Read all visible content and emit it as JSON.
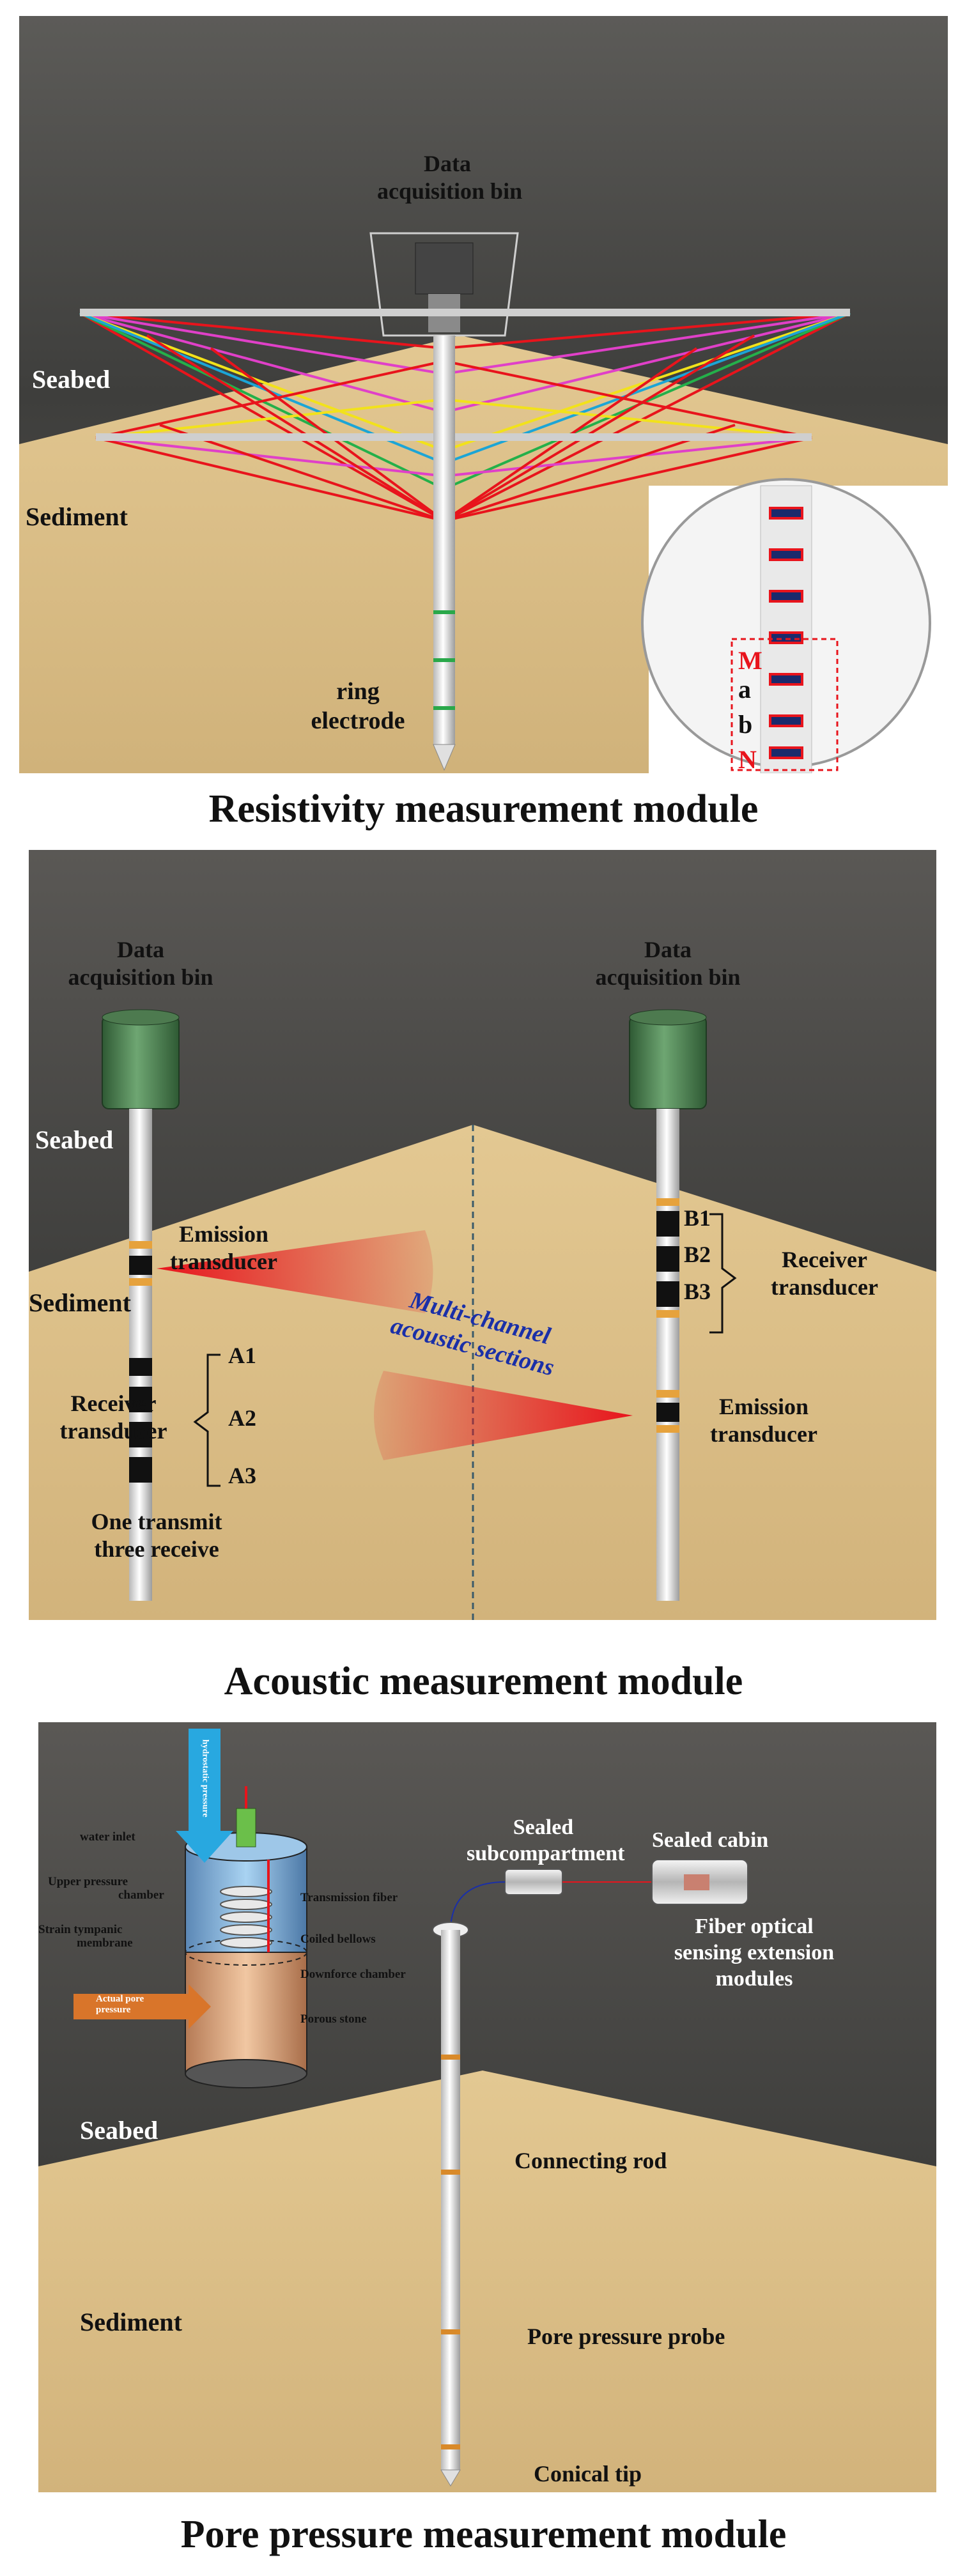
{
  "panel1": {
    "caption": "Resistivity measurement module",
    "bin_label_line1": "Data",
    "bin_label_line2": "acquisition bin",
    "seabed": "Seabed",
    "sediment": "Sediment",
    "electrode_line1": "ring",
    "electrode_line2": "electrode",
    "inset_letters": [
      "M",
      "a",
      "b",
      "N"
    ]
  },
  "panel2": {
    "caption": "Acoustic measurement module",
    "bin_left_line1": "Data",
    "bin_left_line2": "acquisition bin",
    "bin_right_line1": "Data",
    "bin_right_line2": "acquisition bin",
    "seabed": "Seabed",
    "sediment": "Sediment",
    "emission_left_line1": "Emission",
    "emission_left_line2": "transducer",
    "receiver_left_line1": "Receiver",
    "receiver_left_line2": "transducer",
    "a_labels": [
      "A1",
      "A2",
      "A3"
    ],
    "note_line1": "One transmit",
    "note_line2": "three receive",
    "sections_line1": "Multi-channel",
    "sections_line2": "acoustic sections",
    "b_labels": [
      "B1",
      "B2",
      "B3"
    ],
    "receiver_right_line1": "Receiver",
    "receiver_right_line2": "transducer",
    "emission_right_line1": "Emission",
    "emission_right_line2": "transducer"
  },
  "panel3": {
    "caption": "Pore pressure measurement module",
    "hydrostatic_pressure": "hydrostatic pressure",
    "water_inlet": "water inlet",
    "upper_chamber_line1": "Upper pressure",
    "upper_chamber_line2": "chamber",
    "membrane_line1": "Strain tympanic",
    "membrane_line2": "membrane",
    "transmission_fiber": "Transmission fiber",
    "coiled_bellows": "Coiled bellows",
    "downforce_chamber": "Downforce chamber",
    "porous_stone": "Porous stone",
    "actual_pore_line1": "Actual pore",
    "actual_pore_line2": "pressure",
    "sealed_sub_line1": "Sealed",
    "sealed_sub_line2": "subcompartment",
    "sealed_cabin": "Sealed cabin",
    "fiber_line1": "Fiber optical",
    "fiber_line2": "sensing extension",
    "fiber_line3": "modules",
    "seabed": "Seabed",
    "sediment": "Sediment",
    "connecting_rod": "Connecting rod",
    "pore_probe": "Pore pressure probe",
    "conical_tip": "Conical tip"
  },
  "colors": {
    "seabed_dark": "#4a4a4a",
    "sediment": "#dcbf86",
    "bin_green": "#4d7a4f",
    "ray_red": "#e8141c",
    "ray_magenta": "#e040c8",
    "blue_text": "#1a2fa8"
  }
}
